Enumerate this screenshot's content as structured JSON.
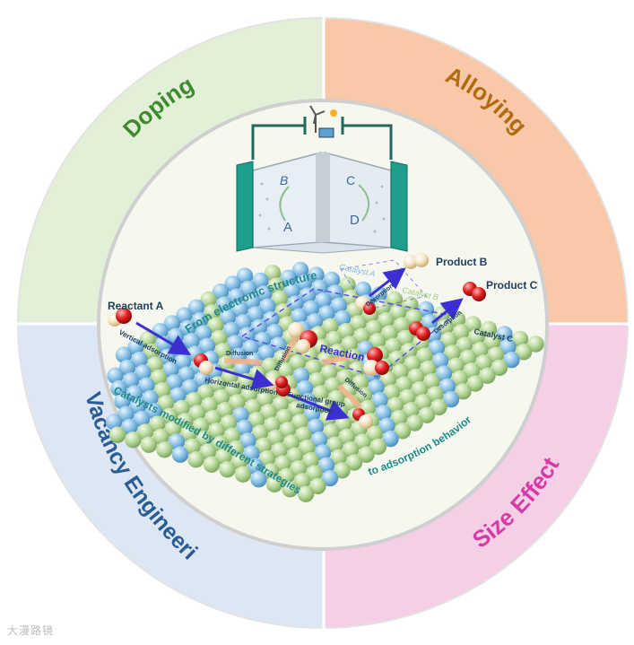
{
  "quadrants": {
    "top_left": {
      "label": "Doping",
      "fill": "#e3f0d8",
      "text_color": "#3f8a2e"
    },
    "top_right": {
      "label": "Alloying",
      "fill": "#f8c8a8",
      "text_color": "#b06a10"
    },
    "bottom_left": {
      "label": "Vacancy Engineering",
      "fill": "#dde7f3",
      "text_color": "#2a5c96"
    },
    "bottom_right": {
      "label": "Size Effect",
      "fill": "#f4cfe5",
      "text_color": "#d43ba6"
    }
  },
  "cell": {
    "left_labels": [
      "B",
      "A"
    ],
    "right_labels": [
      "C",
      "D"
    ]
  },
  "molecule_labels": {
    "reactant_a": "Reactant A",
    "product_b": "Product B",
    "product_c": "Product C"
  },
  "catalyst_labels": {
    "a": "Catalyst A",
    "b": "Catalyst B",
    "c": "Catalyst C"
  },
  "process_labels": {
    "vertical_adsorption": "Vertical adsorption",
    "horizontal_adsorption": "Horizontal adsorption",
    "functional_group_line1": "Functional group",
    "functional_group_line2": "adsorption",
    "diffusion_1": "Diffusion",
    "diffusion_2": "Diffusion",
    "diffusion_3": "Diffusion",
    "reaction": "Reaction",
    "desorption_1": "Desorption",
    "desorption_2": "Desorption"
  },
  "arc_texts": {
    "electronic": "From electronic structure",
    "strategies": "Catalysts modified by different strategies",
    "adsorption": "to adsorption behavior"
  },
  "watermark": "大漫路镜",
  "colors": {
    "ring_border": "#cfcfcf",
    "inner_fill": "#f6f8ef",
    "sphere_blue": "#8cc3e6",
    "sphere_green": "#b9d89c",
    "arrow": "#3b2fd1",
    "dash": "#5a4fe0",
    "text_teal": "#1f8a8a",
    "electrode": "#1f9e8c"
  }
}
